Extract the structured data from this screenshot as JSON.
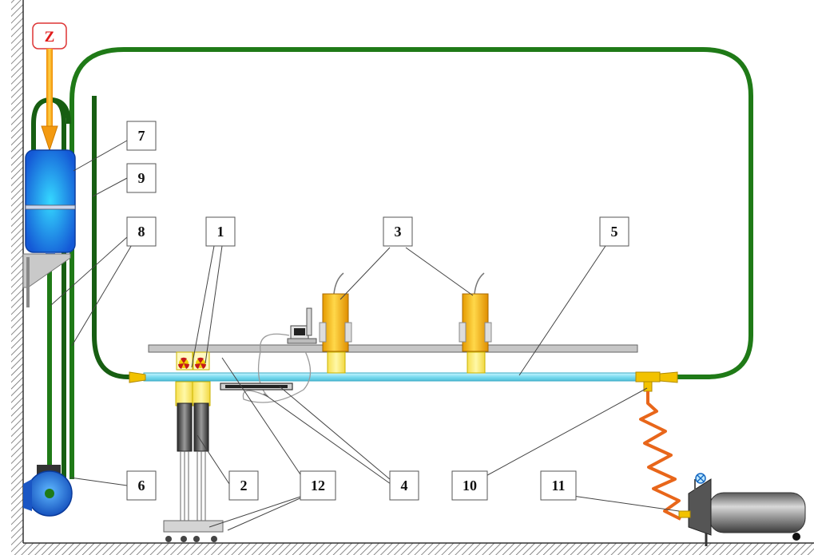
{
  "inlet_label": "Z",
  "callouts": [
    "1",
    "2",
    "3",
    "4",
    "5",
    "6",
    "7",
    "8",
    "9",
    "10",
    "11",
    "12"
  ],
  "colors": {
    "pipe_green": "#1f7a17",
    "pipe_green_dark": "#145c10",
    "tube_cyan": "#8fe3f2",
    "detector_yellow": "#ffc400",
    "tank_blue": "#1e6fe0",
    "coil_orange": "#e8661a",
    "label_red": "#e01a1a"
  },
  "icons": [
    "radiation-icon",
    "valve-icon",
    "pump-icon",
    "inlet-arrow-icon"
  ]
}
